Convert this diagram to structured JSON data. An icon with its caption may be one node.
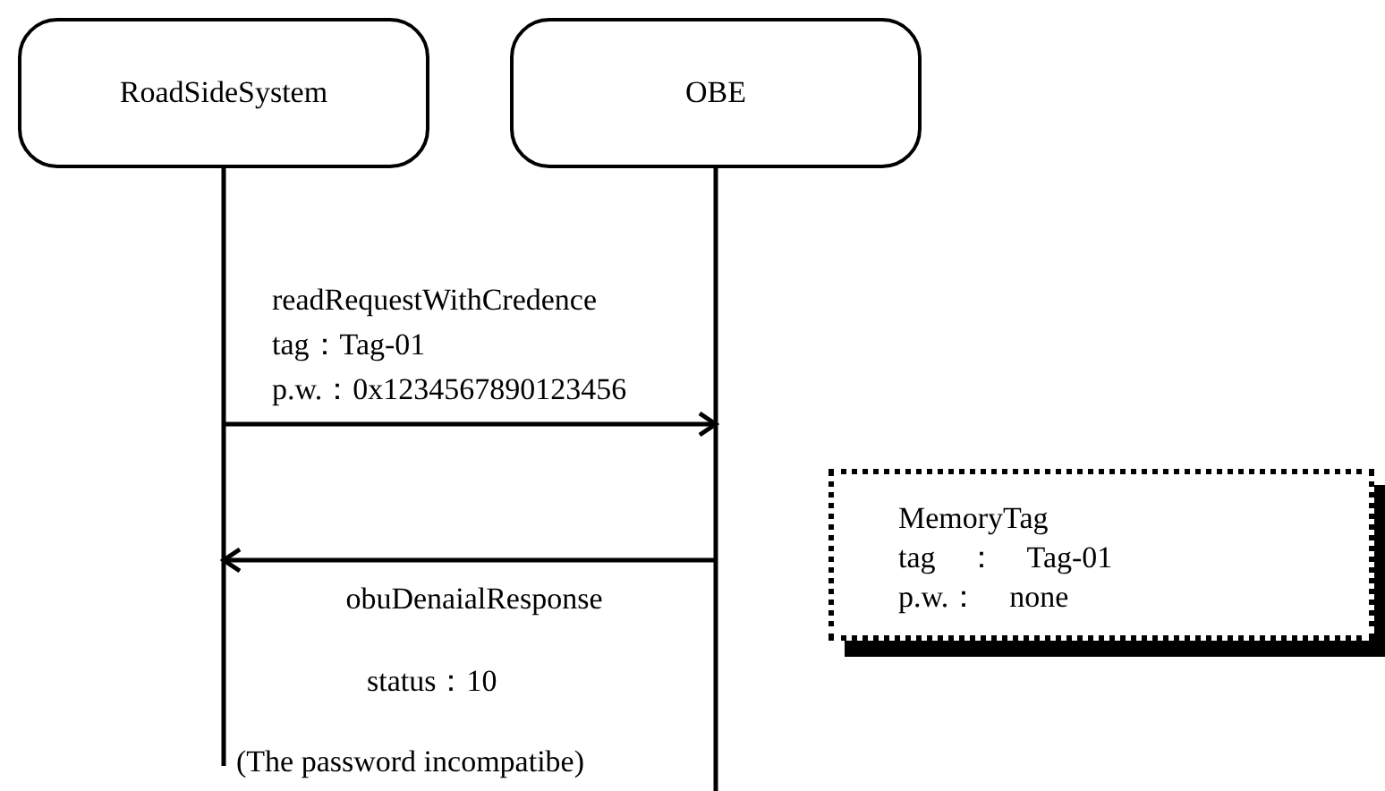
{
  "diagram": {
    "nodes": [
      {
        "text": [
          "RoadSideSystem"
        ]
      },
      {
        "text": [
          "OBE"
        ]
      },
      {
        "text": [
          "MemoryTag",
          "tag　：　Tag-01",
          "p.w.：　none"
        ]
      }
    ],
    "edges": [
      {
        "from": 0,
        "to": 1,
        "arrow": "to",
        "label": "readRequestWithCredence tag：Tag-01 p.w.：0x1234567890123456"
      },
      {
        "from": 1,
        "to": 0,
        "arrow": "to",
        "label": "obuDenaialResponse"
      }
    ],
    "labels": [
      "status：10",
      "(The password incompatibe)"
    ]
  }
}
